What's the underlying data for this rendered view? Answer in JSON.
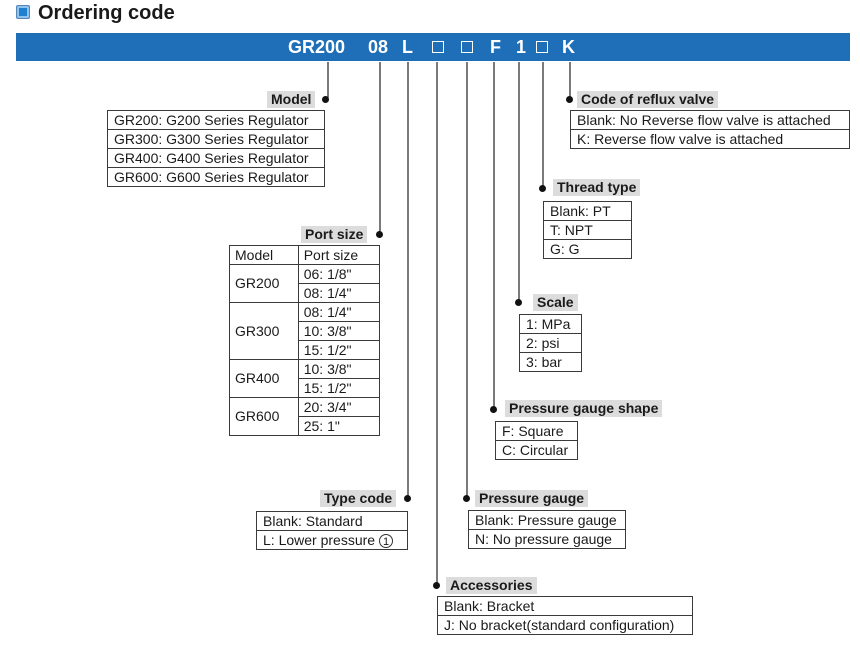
{
  "title": "Ordering code",
  "banner": [
    "GR200",
    "08",
    "L",
    "F",
    "1",
    "K"
  ],
  "model": {
    "header": "Model",
    "rows": [
      "GR200: G200 Series Regulator",
      "GR300: G300 Series Regulator",
      "GR400: G400 Series Regulator",
      "GR600: G600 Series Regulator"
    ]
  },
  "port_size": {
    "header": "Port size",
    "col_model": "Model",
    "col_port": "Port size",
    "groups": [
      {
        "model": "GR200",
        "ports": [
          "06: 1/8\"",
          "08: 1/4\""
        ]
      },
      {
        "model": "GR300",
        "ports": [
          "08: 1/4\"",
          "10: 3/8\"",
          "15: 1/2\""
        ]
      },
      {
        "model": "GR400",
        "ports": [
          "10: 3/8\"",
          "15: 1/2\""
        ]
      },
      {
        "model": "GR600",
        "ports": [
          "20: 3/4\"",
          "25: 1\""
        ]
      }
    ]
  },
  "type_code": {
    "header": "Type code",
    "rows": [
      "Blank: Standard",
      "L: Lower pressure"
    ],
    "note_symbol": "1"
  },
  "accessories": {
    "header": "Accessories",
    "rows": [
      "Blank: Bracket",
      "J: No bracket(standard configuration)"
    ]
  },
  "pressure_gauge": {
    "header": "Pressure gauge",
    "rows": [
      "Blank: Pressure gauge",
      "N: No pressure gauge"
    ]
  },
  "gauge_shape": {
    "header": "Pressure gauge shape",
    "rows": [
      "F: Square",
      "C: Circular"
    ]
  },
  "scale": {
    "header": "Scale",
    "rows": [
      "1: MPa",
      "2: psi",
      "3: bar"
    ]
  },
  "thread_type": {
    "header": "Thread type",
    "rows": [
      "Blank: PT",
      "T: NPT",
      "G: G"
    ]
  },
  "reflux": {
    "header": "Code of reflux valve",
    "rows": [
      "Blank: No Reverse flow valve is attached",
      "K: Reverse flow valve is attached"
    ]
  },
  "colors": {
    "banner": "#1e6fb8",
    "header_bg": "#dcdcdc"
  }
}
